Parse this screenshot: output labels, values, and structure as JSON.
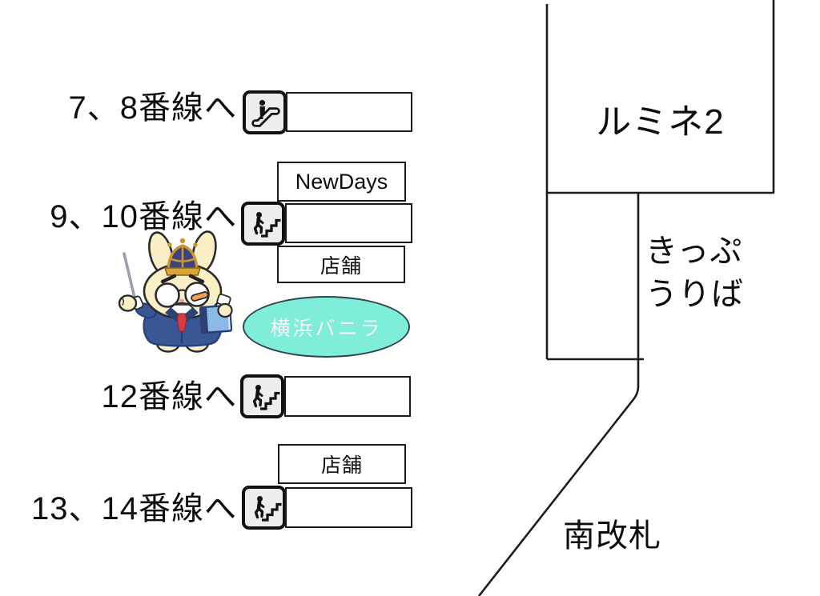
{
  "colors": {
    "ink": "#1a1a1a",
    "icon_bg": "#ededed",
    "badge_fill": "#7feed9",
    "badge_text": "#fdf2f4"
  },
  "platform_rows": [
    {
      "label": "7、8番線へ",
      "icon": "escalator-icon"
    },
    {
      "label": "9、10番線へ",
      "icon": "stairs-icon"
    },
    {
      "label": "12番線へ",
      "icon": "stairs-icon"
    },
    {
      "label": "13、14番線へ",
      "icon": "stairs-icon"
    }
  ],
  "shops": {
    "newdays": "NewDays",
    "store_upper": "店舗",
    "store_lower": "店舗"
  },
  "badge": {
    "label": "横浜バニラ"
  },
  "right_map": {
    "lumine": "ルミネ2",
    "ticket_line1": "きっぷ",
    "ticket_line2": "うりば",
    "south_gate": "南改札"
  },
  "mascot_icon": "crowned-rabbit-mascot-icon"
}
